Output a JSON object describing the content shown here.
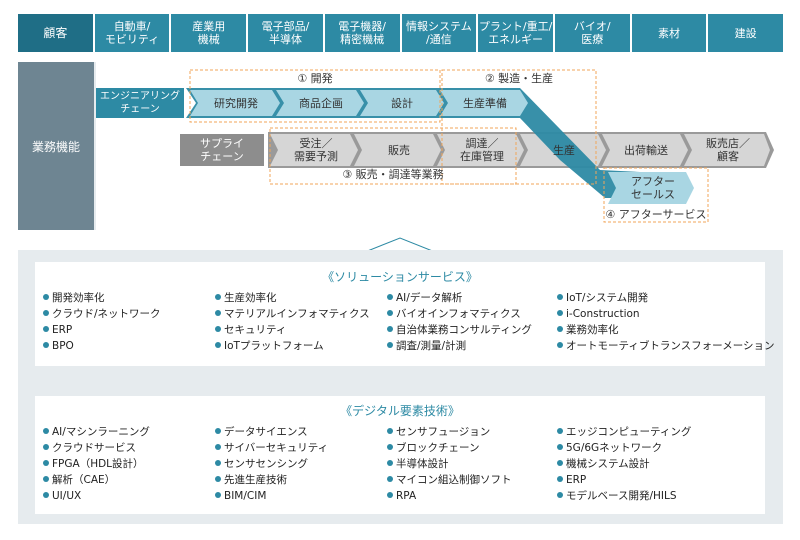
{
  "customers": {
    "header": "顧客",
    "items": [
      "自動車/\nモビリティ",
      "産業用\n機械",
      "電子部品/\n半導体",
      "電子機器/\n精密機械",
      "情報システム\n/通信",
      "プラント/重工/\nエネルギー",
      "バイオ/\n医療",
      "素材",
      "建設"
    ]
  },
  "business": {
    "label": "業務機能",
    "engineering": "エンジニアリング\nチェーン",
    "supply": "サプライ\nチェーン",
    "eng_steps": [
      "研究開発",
      "商品企画",
      "設計",
      "生産準備"
    ],
    "supply_steps": [
      "受注／\n需要予測",
      "販売",
      "調達／\n在庫管理",
      "生産",
      "出荷輸送",
      "販売店／\n顧客"
    ],
    "after_sales": "アフター\nセールス",
    "group_labels": [
      "① 開発",
      "② 製造・生産",
      "③ 販売・調達等業務",
      "④ アフターサービス"
    ]
  },
  "solutions": {
    "title": "《ソリューションサービス》",
    "columns": [
      [
        "開発効率化",
        "クラウド/ネットワーク",
        "ERP",
        "BPO"
      ],
      [
        "生産効率化",
        "マテリアルインフォマティクス",
        "セキュリティ",
        "IoTプラットフォーム"
      ],
      [
        "AI/データ解析",
        "バイオインフォマティクス",
        "自治体業務コンサルティング",
        "調査/測量/計測"
      ],
      [
        "IoT/システム開発",
        "i-Construction",
        "業務効率化",
        "オートモーティブトランスフォーメーション"
      ]
    ]
  },
  "tech": {
    "title": "《デジタル要素技術》",
    "columns": [
      [
        "AI/マシンラーニング",
        "クラウドサービス",
        "FPGA（HDL設計）",
        "解析（CAE）",
        "UI/UX"
      ],
      [
        "データサイエンス",
        "サイバーセキュリティ",
        "センサセンシング",
        "先進生産技術",
        "BIM/CIM"
      ],
      [
        "センサフュージョン",
        "ブロックチェーン",
        "半導体設計",
        "マイコン組込制御ソフト",
        "RPA"
      ],
      [
        "エッジコンピューティング",
        "5G/6Gネットワーク",
        "機械システム設計",
        "ERP",
        "モデルベース開発/HILS"
      ]
    ]
  },
  "colors": {
    "primary": "#2d8aa4",
    "dark": "#1f6e86",
    "gray": "#8d8d8d",
    "label_gray": "#6e8592",
    "accent_dash": "#f0a65a"
  }
}
